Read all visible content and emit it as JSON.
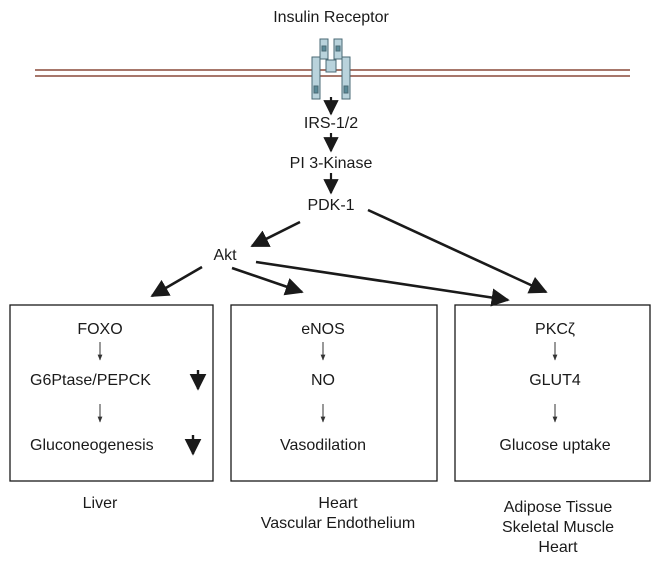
{
  "pathway": {
    "receptor": "Insulin Receptor",
    "irs": "IRS-1/2",
    "pi3k": "PI 3-Kinase",
    "pdk1": "PDK-1",
    "akt": "Akt"
  },
  "liver": {
    "n1": "FOXO",
    "n2": "G6Ptase/PEPCK",
    "n3": "Gluconeogenesis",
    "tissue": [
      "Liver"
    ]
  },
  "heart": {
    "n1": "eNOS",
    "n2": "NO",
    "n3": "Vasodilation",
    "tissue": [
      "Heart",
      "Vascular Endothelium"
    ]
  },
  "adipose": {
    "n1": "PKCζ",
    "n2": "GLUT4",
    "n3": "Glucose uptake",
    "tissue": [
      "Adipose Tissue",
      "Skeletal Muscle",
      "Heart"
    ]
  },
  "colors": {
    "membrane": "#8a4a3a",
    "receptor": "#b9d3dc",
    "ink": "#1a1a1a"
  }
}
